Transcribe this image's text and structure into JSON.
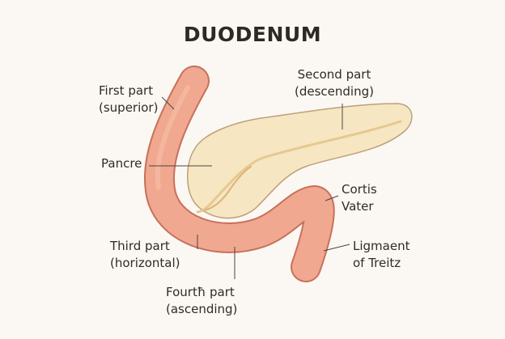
{
  "title": "DUODENUM",
  "labels": {
    "first_part": [
      "First part",
      "(superior)"
    ],
    "second_part": [
      "Second part",
      "(descending)"
    ],
    "pancreas": [
      "Pancre"
    ],
    "cortis_vater": [
      "Cortis",
      "Vater"
    ],
    "third_part": [
      "Third part",
      "(horizontal)"
    ],
    "ligament_treitz": [
      "Ligmaent",
      "of Treitz"
    ],
    "fourth_part": [
      "Fourtħ part",
      "(ascending)"
    ]
  },
  "colors": {
    "background": "#fbf8f3",
    "duodenum_fill": "#f0a890",
    "duodenum_outline": "#c9705a",
    "pancreas_fill": "#f6e6c2",
    "pancreas_outline": "#bda07a",
    "duct": "#e8c890",
    "leader_line": "#4a4540",
    "text": "#2f2b27"
  }
}
